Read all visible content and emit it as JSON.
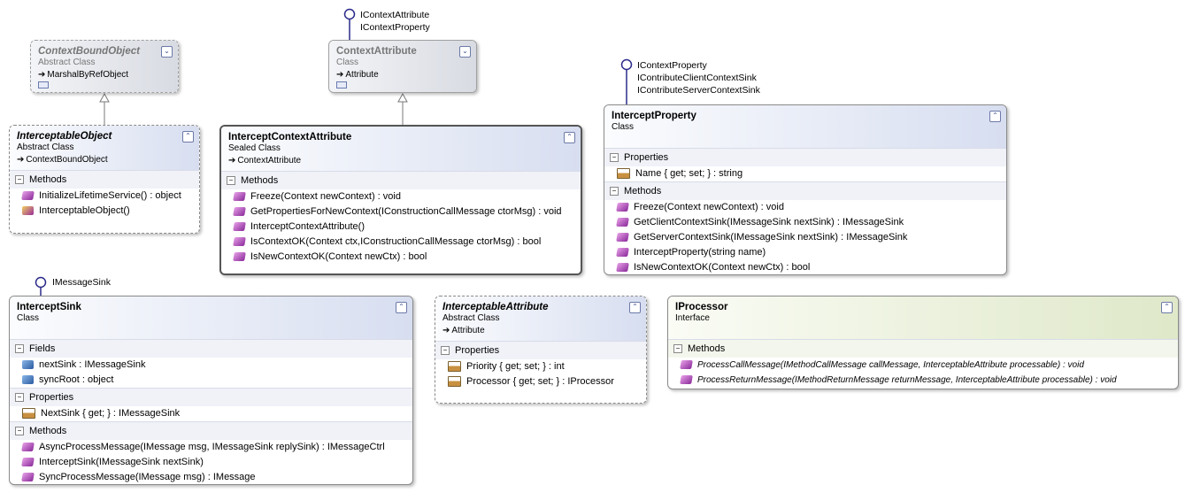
{
  "context_bound_object": {
    "name": "ContextBoundObject",
    "kind": "Abstract Class",
    "base": "MarshalByRefObject"
  },
  "context_attribute": {
    "name": "ContextAttribute",
    "kind": "Class",
    "base": "Attribute",
    "interfaces": [
      "IContextAttribute",
      "IContextProperty"
    ]
  },
  "interceptable_object": {
    "name": "InterceptableObject",
    "kind": "Abstract Class",
    "base": "ContextBoundObject",
    "sections": {
      "methods": "Methods"
    },
    "methods": [
      "InitializeLifetimeService() : object",
      "InterceptableObject()"
    ]
  },
  "intercept_context_attribute": {
    "name": "InterceptContextAttribute",
    "kind": "Sealed Class",
    "base": "ContextAttribute",
    "sections": {
      "methods": "Methods"
    },
    "methods": [
      "Freeze(Context newContext) : void",
      "GetPropertiesForNewContext(IConstructionCallMessage ctorMsg) : void",
      "InterceptContextAttribute()",
      "IsContextOK(Context ctx,IConstructionCallMessage ctorMsg) : bool",
      "IsNewContextOK(Context newCtx) : bool"
    ]
  },
  "intercept_property": {
    "name": "InterceptProperty",
    "kind": "Class",
    "interfaces": [
      "IContextProperty",
      "IContributeClientContextSink",
      "IContributeServerContextSink"
    ],
    "sections": {
      "properties": "Properties",
      "methods": "Methods"
    },
    "properties": [
      "Name { get; set; } : string"
    ],
    "methods": [
      "Freeze(Context newContext) : void",
      "GetClientContextSink(IMessageSink nextSink) : IMessageSink",
      "GetServerContextSink(IMessageSink nextSink) : IMessageSink",
      "InterceptProperty(string name)",
      "IsNewContextOK(Context newCtx) : bool"
    ]
  },
  "intercept_sink": {
    "name": "InterceptSink",
    "kind": "Class",
    "interface": "IMessageSink",
    "sections": {
      "fields": "Fields",
      "properties": "Properties",
      "methods": "Methods"
    },
    "fields": [
      "nextSink : IMessageSink",
      "syncRoot : object"
    ],
    "properties": [
      "NextSink { get; } : IMessageSink"
    ],
    "methods": [
      "AsyncProcessMessage(IMessage msg, IMessageSink replySink) : IMessageCtrl",
      "InterceptSink(IMessageSink nextSink)",
      "SyncProcessMessage(IMessage msg) : IMessage"
    ]
  },
  "interceptable_attribute": {
    "name": "InterceptableAttribute",
    "kind": "Abstract Class",
    "base": "Attribute",
    "sections": {
      "properties": "Properties"
    },
    "properties": [
      "Priority { get; set; } : int",
      "Processor { get; set; } : IProcessor"
    ]
  },
  "iprocessor": {
    "name": "IProcessor",
    "kind": "Interface",
    "sections": {
      "methods": "Methods"
    },
    "methods": [
      "ProcessCallMessage(IMethodCallMessage callMessage, InterceptableAttribute processable) : void",
      "ProcessReturnMessage(IMethodReturnMessage returnMessage, InterceptableAttribute processable) : void"
    ]
  },
  "colors": {
    "line": "#7a7a7a",
    "lollipop": "#2a2a8a",
    "header": "#d7def0",
    "interface_header": "#dfe8c9"
  }
}
